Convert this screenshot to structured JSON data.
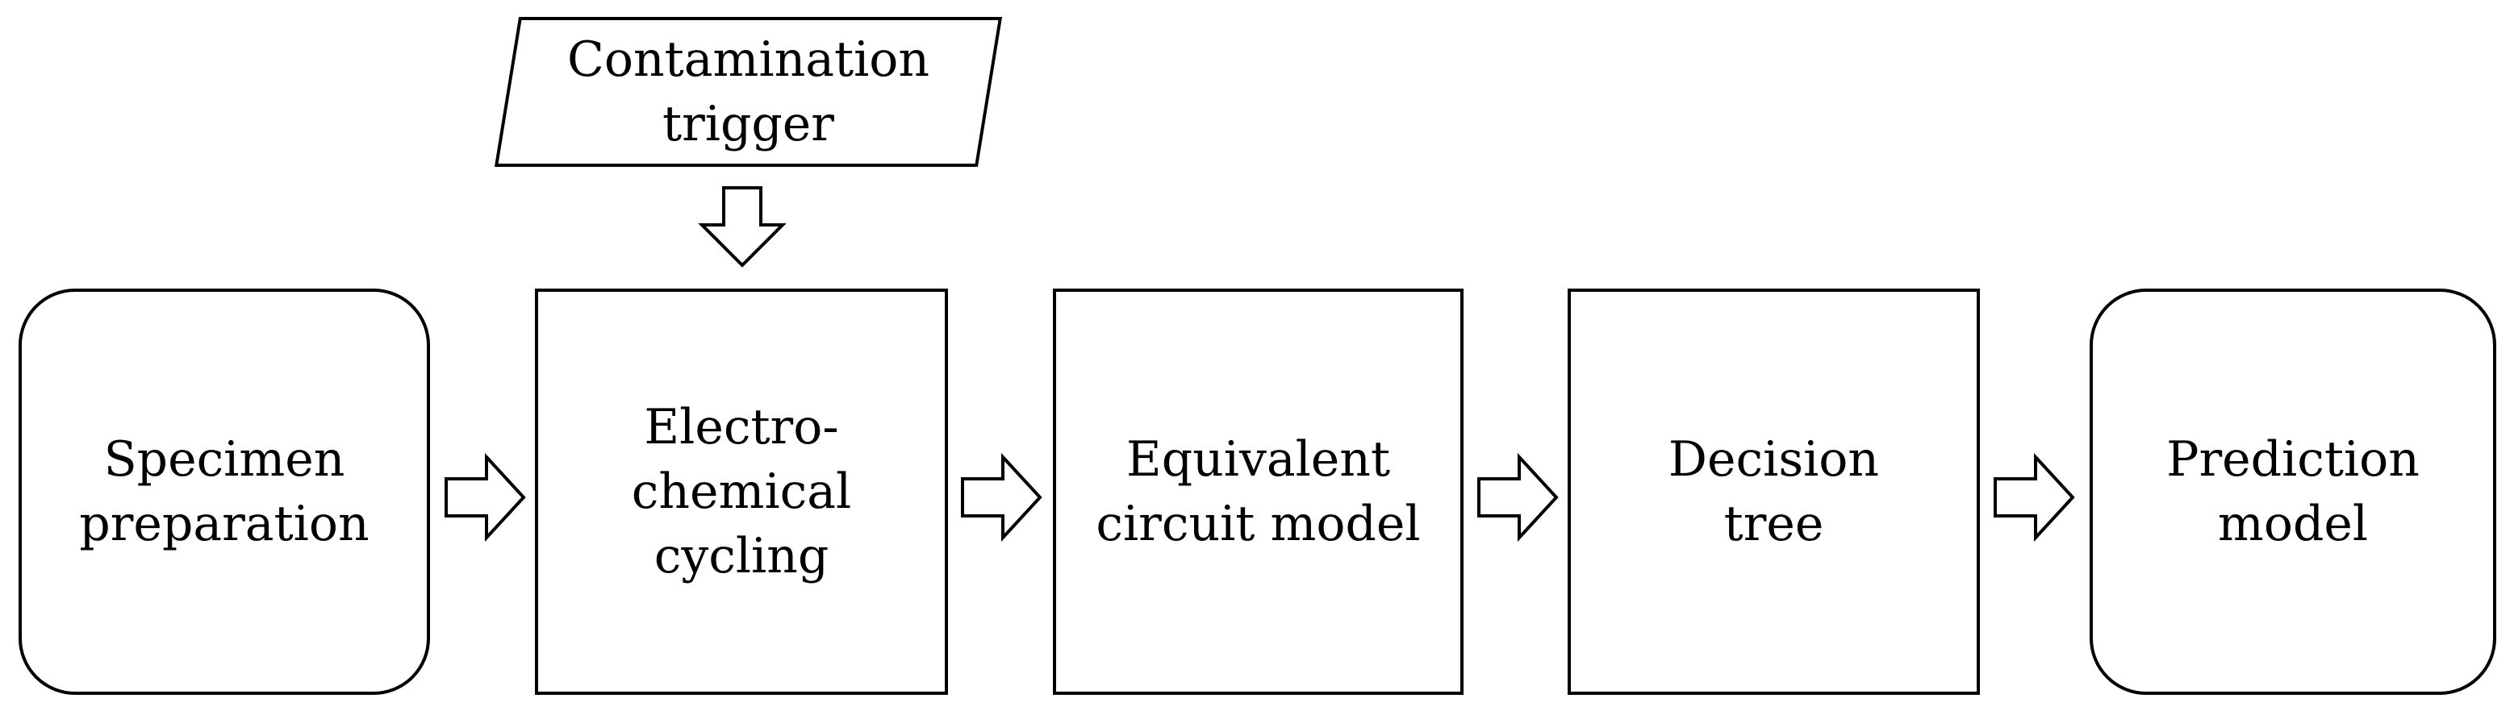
{
  "diagram": {
    "type": "flowchart",
    "background_color": "#ffffff",
    "line_color": "#000000",
    "text_color": "#000000",
    "trigger": {
      "id": "contamination-trigger",
      "shape": "parallelogram",
      "label": "Contamination\ntrigger"
    },
    "nodes": [
      {
        "id": "specimen-preparation",
        "shape": "rounded-rectangle",
        "label": "Specimen\npreparation"
      },
      {
        "id": "electrochemical-cycling",
        "shape": "rectangle",
        "label": "Electro-\nchemical\ncycling"
      },
      {
        "id": "equivalent-circuit-model",
        "shape": "rectangle",
        "label": "Equivalent\ncircuit model"
      },
      {
        "id": "decision-tree",
        "shape": "rectangle",
        "label": "Decision\ntree"
      },
      {
        "id": "prediction-model",
        "shape": "rounded-rectangle",
        "label": "Prediction\nmodel"
      }
    ],
    "connectors": [
      {
        "icon": "block-arrow-down",
        "from": "contamination-trigger",
        "to": "electrochemical-cycling"
      },
      {
        "icon": "block-arrow-right",
        "from": "specimen-preparation",
        "to": "electrochemical-cycling"
      },
      {
        "icon": "block-arrow-right",
        "from": "electrochemical-cycling",
        "to": "equivalent-circuit-model"
      },
      {
        "icon": "block-arrow-right",
        "from": "equivalent-circuit-model",
        "to": "decision-tree"
      },
      {
        "icon": "block-arrow-right",
        "from": "decision-tree",
        "to": "prediction-model"
      }
    ]
  }
}
